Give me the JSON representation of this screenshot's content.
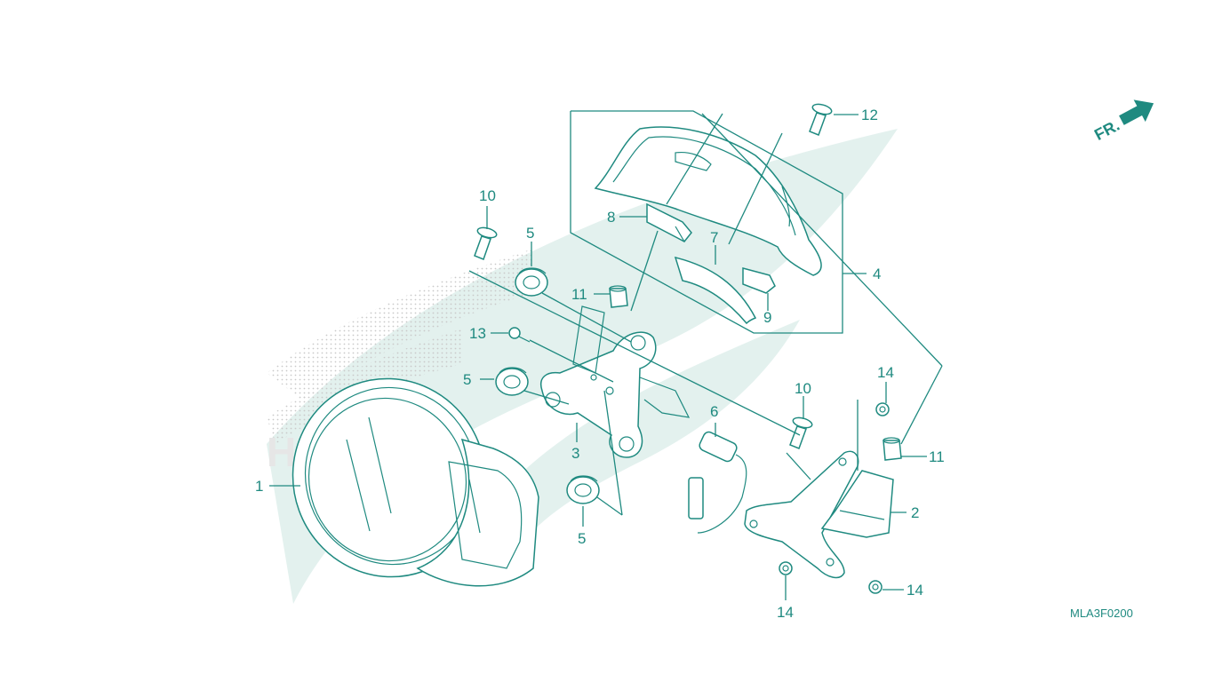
{
  "diagram": {
    "code": "MLA3F0200",
    "direction_label": "FR.",
    "colors": {
      "ink": "#1f8a80",
      "watermark": "#e3f1ee"
    },
    "callouts": {
      "c1": "1",
      "c2": "2",
      "c3": "3",
      "c4": "4",
      "c5a": "5",
      "c5b": "5",
      "c5c": "5",
      "c6": "6",
      "c7": "7",
      "c8": "8",
      "c9": "9",
      "c10a": "10",
      "c10b": "10",
      "c11a": "11",
      "c11b": "11",
      "c12": "12",
      "c13": "13",
      "c14a": "14",
      "c14b": "14",
      "c14c": "14"
    }
  }
}
